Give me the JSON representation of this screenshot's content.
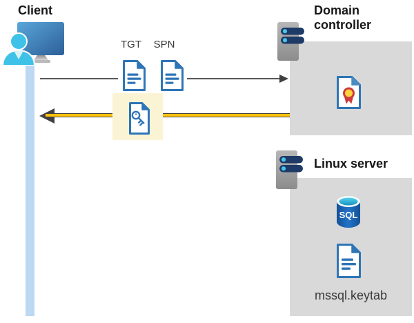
{
  "colors": {
    "panel_gray": "#d9d9d9",
    "document_blue": "#2e75b6",
    "accent_yellow": "#ffc10e",
    "highlight_cream": "#fbf4d4",
    "timeline_blue": "#bcd8f2",
    "arrow_gray": "#58595b",
    "arrow_dark": "#414042",
    "person_cyan": "#3fc2e8",
    "server_navy": "#1e3a66",
    "server_dot_cyan": "#49c3e8",
    "sql_blue": "#1a63b8",
    "sql_top_cyan": "#35c1e1",
    "certificate_red": "#ce3a3e",
    "certificate_yellow": "#ffd23b"
  },
  "client": {
    "label": "Client",
    "icon": "client-workstation-icon"
  },
  "flow": {
    "request": {
      "tgt_label": "TGT",
      "spn_label": "SPN",
      "icons": [
        "tgt-document-icon",
        "spn-document-icon"
      ],
      "direction": "client-to-domain-controller"
    },
    "response": {
      "icon": "key-ticket-document-icon",
      "direction": "domain-controller-to-client",
      "highlighted": true
    }
  },
  "domain_controller": {
    "label": "Domain controller",
    "icons": [
      "server-icon",
      "certificate-icon"
    ]
  },
  "linux_server": {
    "label": "Linux server",
    "sql_icon_text": "SQL",
    "keytab_filename": "mssql.keytab",
    "icons": [
      "server-icon",
      "sql-database-icon",
      "keytab-document-icon"
    ]
  }
}
